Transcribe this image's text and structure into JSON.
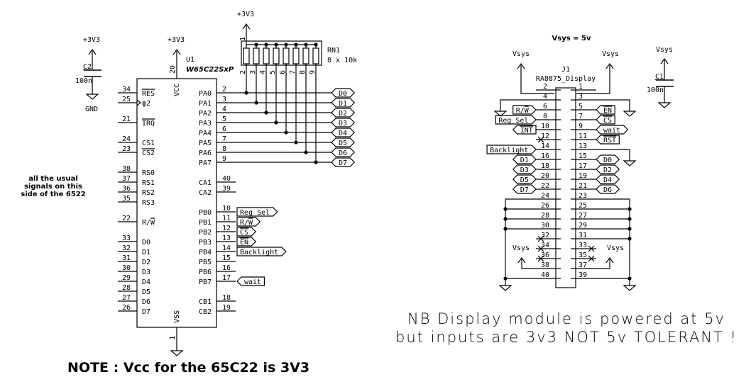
{
  "power": {
    "v3v3": "+3V3",
    "gnd": "GND",
    "vsys": "Vsys",
    "vsys_title": "Vsys = 5v"
  },
  "c2": {
    "ref": "C2",
    "value": "100n"
  },
  "c1": {
    "ref": "C1",
    "value": "100n"
  },
  "u1": {
    "ref": "U1",
    "part": "W65C22SxP",
    "vcc_label": "VCC",
    "vss_label": "VSS",
    "vcc_pin": "20",
    "vss_pin": "1",
    "left_pins": [
      {
        "num": "34",
        "name": "RES",
        "overbar": true
      },
      {
        "num": "25",
        "name": "ϕ2",
        "overbar": false
      },
      {
        "num": "21",
        "name": "IRQ",
        "overbar": true
      },
      {
        "num": "24",
        "name": "CS1",
        "overbar": false
      },
      {
        "num": "23",
        "name": "CS2",
        "overbar": true
      },
      {
        "num": "38",
        "name": "RS0",
        "overbar": false
      },
      {
        "num": "37",
        "name": "RS1",
        "overbar": false
      },
      {
        "num": "36",
        "name": "RS2",
        "overbar": false
      },
      {
        "num": "35",
        "name": "RS3",
        "overbar": false
      },
      {
        "num": "22",
        "name": "R/W",
        "overbar": false
      },
      {
        "num": "33",
        "name": "D0",
        "overbar": false
      },
      {
        "num": "32",
        "name": "D1",
        "overbar": false
      },
      {
        "num": "31",
        "name": "D2",
        "overbar": false
      },
      {
        "num": "30",
        "name": "D3",
        "overbar": false
      },
      {
        "num": "29",
        "name": "D4",
        "overbar": false
      },
      {
        "num": "28",
        "name": "D5",
        "overbar": false
      },
      {
        "num": "27",
        "name": "D6",
        "overbar": false
      },
      {
        "num": "26",
        "name": "D7",
        "overbar": false
      }
    ],
    "right_pins": [
      {
        "num": "2",
        "name": "PA0"
      },
      {
        "num": "3",
        "name": "PA1"
      },
      {
        "num": "4",
        "name": "PA2"
      },
      {
        "num": "5",
        "name": "PA3"
      },
      {
        "num": "6",
        "name": "PA4"
      },
      {
        "num": "7",
        "name": "PA5"
      },
      {
        "num": "8",
        "name": "PA6"
      },
      {
        "num": "9",
        "name": "PA7"
      },
      {
        "num": "40",
        "name": "CA1"
      },
      {
        "num": "39",
        "name": "CA2"
      },
      {
        "num": "10",
        "name": "PB0"
      },
      {
        "num": "11",
        "name": "PB1"
      },
      {
        "num": "12",
        "name": "PB2"
      },
      {
        "num": "13",
        "name": "PB3"
      },
      {
        "num": "14",
        "name": "PB4"
      },
      {
        "num": "15",
        "name": "PB5"
      },
      {
        "num": "16",
        "name": "PB6"
      },
      {
        "num": "17",
        "name": "PB7"
      },
      {
        "num": "18",
        "name": "CB1"
      },
      {
        "num": "19",
        "name": "CB2"
      }
    ],
    "pa_labels": [
      "D0",
      "D1",
      "D2",
      "D3",
      "D4",
      "D5",
      "D6",
      "D7"
    ],
    "pb_labels": [
      "Reg_Sel",
      "R/W",
      "CS",
      "EN",
      "Backlight",
      "wait"
    ]
  },
  "rn1": {
    "ref": "RN1",
    "value": "8 x 10k",
    "common_pin": "1",
    "pins": [
      "2",
      "3",
      "4",
      "5",
      "6",
      "7",
      "8",
      "9"
    ]
  },
  "j1": {
    "ref": "J1",
    "part": "RA8875_Display",
    "left_pins": [
      "2",
      "4",
      "6",
      "8",
      "10",
      "12",
      "14",
      "16",
      "18",
      "20",
      "22",
      "24",
      "26",
      "28",
      "30",
      "32",
      "34",
      "36",
      "38",
      "40"
    ],
    "right_pins": [
      "1",
      "3",
      "5",
      "7",
      "9",
      "11",
      "13",
      "15",
      "17",
      "19",
      "21",
      "23",
      "25",
      "27",
      "29",
      "31",
      "33",
      "35",
      "37",
      "39"
    ],
    "left_labels": {
      "6": "R/W",
      "8": "Reg_Sel",
      "10": "INT",
      "14": "Backlight",
      "16": "D1",
      "18": "D3",
      "20": "D5",
      "22": "D7"
    },
    "right_labels": {
      "5": "EN",
      "7": "CS",
      "9": "wait",
      "11": "RST",
      "15": "D0",
      "17": "D2",
      "19": "D4",
      "21": "D6"
    }
  },
  "notes": {
    "usual_signals": [
      "all the usual",
      "signals on this",
      "side of the 6522"
    ],
    "nb_line1": "NB Display module is powered at 5v",
    "nb_line2": "but inputs are 3v3 NOT 5v TOLERANT !",
    "vcc_note": "NOTE : Vcc for the 65C22 is 3V3"
  }
}
